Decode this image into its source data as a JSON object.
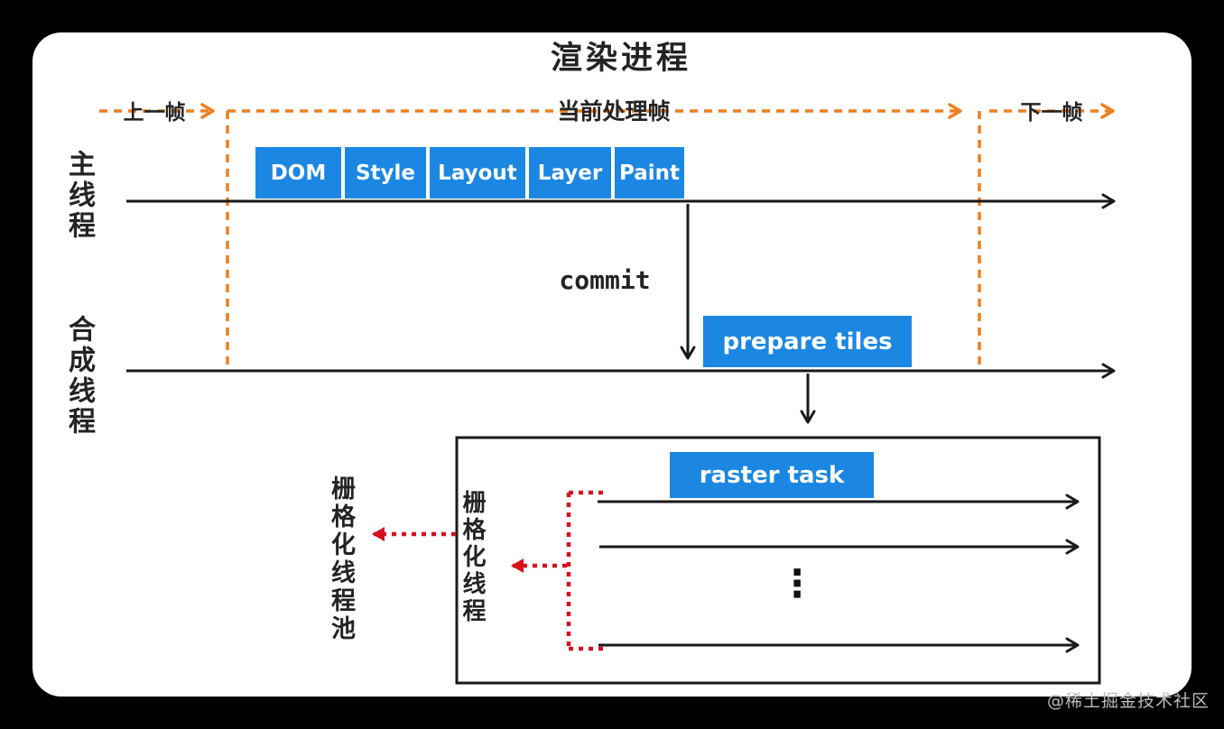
{
  "title": "渲染进程",
  "colors": {
    "stage_blue": "#1b87e3",
    "timeline_orange": "#ee7f1f",
    "raster_red": "#d5121e",
    "line_black": "#1a1a1a",
    "card_background": "#ffffff",
    "page_background": "#000000"
  },
  "timeline": {
    "prev_frame": "上一帧",
    "current_frame": "当前处理帧",
    "next_frame": "下一帧"
  },
  "main_thread": {
    "label": "主线程",
    "stages": [
      "DOM",
      "Style",
      "Layout",
      "Layer",
      "Paint"
    ],
    "commit": "commit"
  },
  "compositor_thread": {
    "label": "合成线程",
    "prepare_tiles": "prepare tiles"
  },
  "raster_pool": {
    "pool_label": "栅格化线程池",
    "thread_label": "栅格化线程",
    "task_label": "raster task",
    "ellipsis": "⋮"
  },
  "watermark": "@稀土掘金技术社区"
}
